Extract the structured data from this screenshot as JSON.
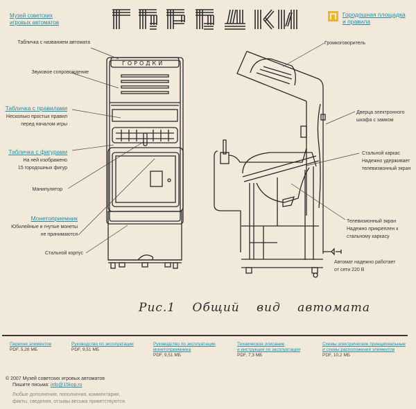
{
  "header": {
    "museum_link_line1": "Музей советских",
    "museum_link_line2": "игровых автоматов",
    "logo_text": "ГОРОДКИ",
    "rules_icon_letter": "П",
    "rules_link_line1": "Городошная площадка",
    "rules_link_line2": "и правила",
    "accent_color": "#f0b42a",
    "link_color": "#1d8fa8"
  },
  "callouts_left": [
    {
      "title": "Табличка с названием автомата",
      "is_link": false,
      "desc": []
    },
    {
      "title": "Звуковое сопровождение",
      "is_link": false,
      "desc": []
    },
    {
      "title": "Табличка с правилами",
      "is_link": true,
      "desc": [
        "Несколько простых правил",
        "перед началом игры"
      ]
    },
    {
      "title": "Табличка с фигурами",
      "is_link": true,
      "desc": [
        "На ней изображено",
        "15 городошных фигур"
      ]
    },
    {
      "title": "Манипулятор",
      "is_link": false,
      "desc": []
    },
    {
      "title": "Монетоприемник",
      "is_link": true,
      "desc": [
        "Юбилейные и гнутые монеты",
        "не принимаются"
      ]
    },
    {
      "title": "Стальной корпус",
      "is_link": false,
      "desc": []
    }
  ],
  "callouts_right": [
    {
      "title": "Громкоговоритель",
      "desc": []
    },
    {
      "title": "Дверца электронного",
      "desc": [
        "шкафа с замком"
      ]
    },
    {
      "title": "Стальной каркас",
      "desc": [
        "Надежно удерживает",
        "телевизионный экран"
      ]
    },
    {
      "title": "Телевизионный экран",
      "desc": [
        "Надежно прикреплен к",
        "стальному каркасу"
      ]
    },
    {
      "title": "Автомат надежно работает",
      "desc": [
        "от сети 220 В"
      ]
    }
  ],
  "drawing": {
    "cabinet_sign": "ГОРОДКИ",
    "caption": "Рис.1 Общий вид автомата"
  },
  "documents": [
    {
      "lines": [
        "Перечни элементов"
      ],
      "meta": "PDF, 5,28 МБ"
    },
    {
      "lines": [
        "Руководство по эксплуатации"
      ],
      "meta": "PDF, 9,51 МБ"
    },
    {
      "lines": [
        "Руководство по эксплуатации",
        "монетоприемника"
      ],
      "meta": "PDF, 9,51 МБ"
    },
    {
      "lines": [
        "Техническое описание",
        "и инструкция по эксплуатации"
      ],
      "meta": "PDF, 7,3 МБ"
    },
    {
      "lines": [
        "Схемы электрические принципиальные",
        "и схемы расположения элементов"
      ],
      "meta": "PDF, 10,2 МБ"
    }
  ],
  "footer": {
    "copyright": "© 2007 Музей советских игровых автоматов",
    "write_label": "Пишите письма:",
    "email": "info@15kop.ru",
    "note_line1": "Любые дополнения, пополнения, комментарии,",
    "note_line2": "факты, сведения, отзывы весьма приветствуются."
  }
}
